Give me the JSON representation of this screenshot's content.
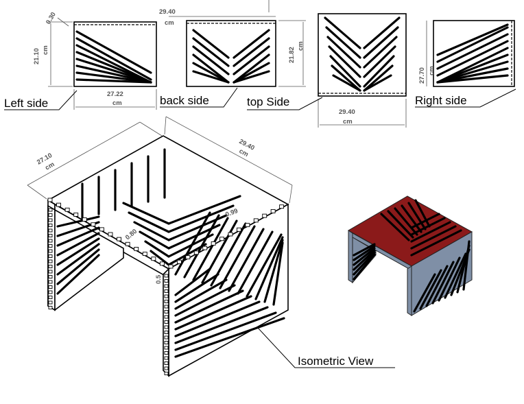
{
  "views": {
    "left": {
      "label": "Left side",
      "width_dim": "27.22",
      "width_unit": "cm",
      "height_dim": "21.10",
      "height_unit": "cm",
      "small_dim": "0.30"
    },
    "back": {
      "label": "back side",
      "width_dim": "29.40",
      "width_unit": "cm",
      "height_dim": "21.82",
      "height_unit": "cm"
    },
    "top": {
      "label": "top Side",
      "width_dim": "29.40",
      "width_unit": "cm"
    },
    "right": {
      "label": "Right side",
      "height_dim": "27.70",
      "height_unit": "cm"
    },
    "isometric": {
      "label": "Isometric View",
      "depth_dim": "27.10",
      "depth_unit": "cm",
      "width_dim": "29.40",
      "width_unit": "cm",
      "tab_dim_a": "0.99",
      "tab_dim_b": "0.80",
      "tab_dim_c": "0.5"
    }
  },
  "colors": {
    "render_top": "#8b1a1a",
    "render_side": "#7f8fa6"
  }
}
